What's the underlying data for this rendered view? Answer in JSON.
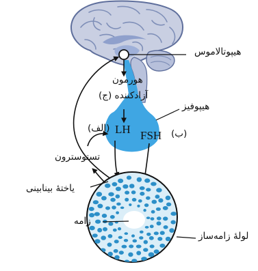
{
  "labels": {
    "hypothalamus": "هیپوتالاموس",
    "releasing_hormone_line1": "هورمون",
    "releasing_hormone_line2": "آزادکننده (ج)",
    "pituitary": "هیپوفیز",
    "lh_code": "LH",
    "lh_letter": "(الف)",
    "fsh_code": "FSH",
    "fsh_letter": "(ب)",
    "testosterone": "تستوسترون",
    "interstitial_cell": "یاختهٔ بینابینی",
    "lumen": "زامه",
    "seminiferous_tubule": "لولهٔ زامه‌ساز"
  },
  "colors": {
    "brain_fill": "#c9cfe2",
    "brain_outline": "#5f6f9c",
    "brainstem_fill": "#b9c2dc",
    "pituitary_fill": "#3fa6e3",
    "tubule_fill": "#dbeef8",
    "cell_dot": "#2c8fc8",
    "line": "#111111"
  }
}
